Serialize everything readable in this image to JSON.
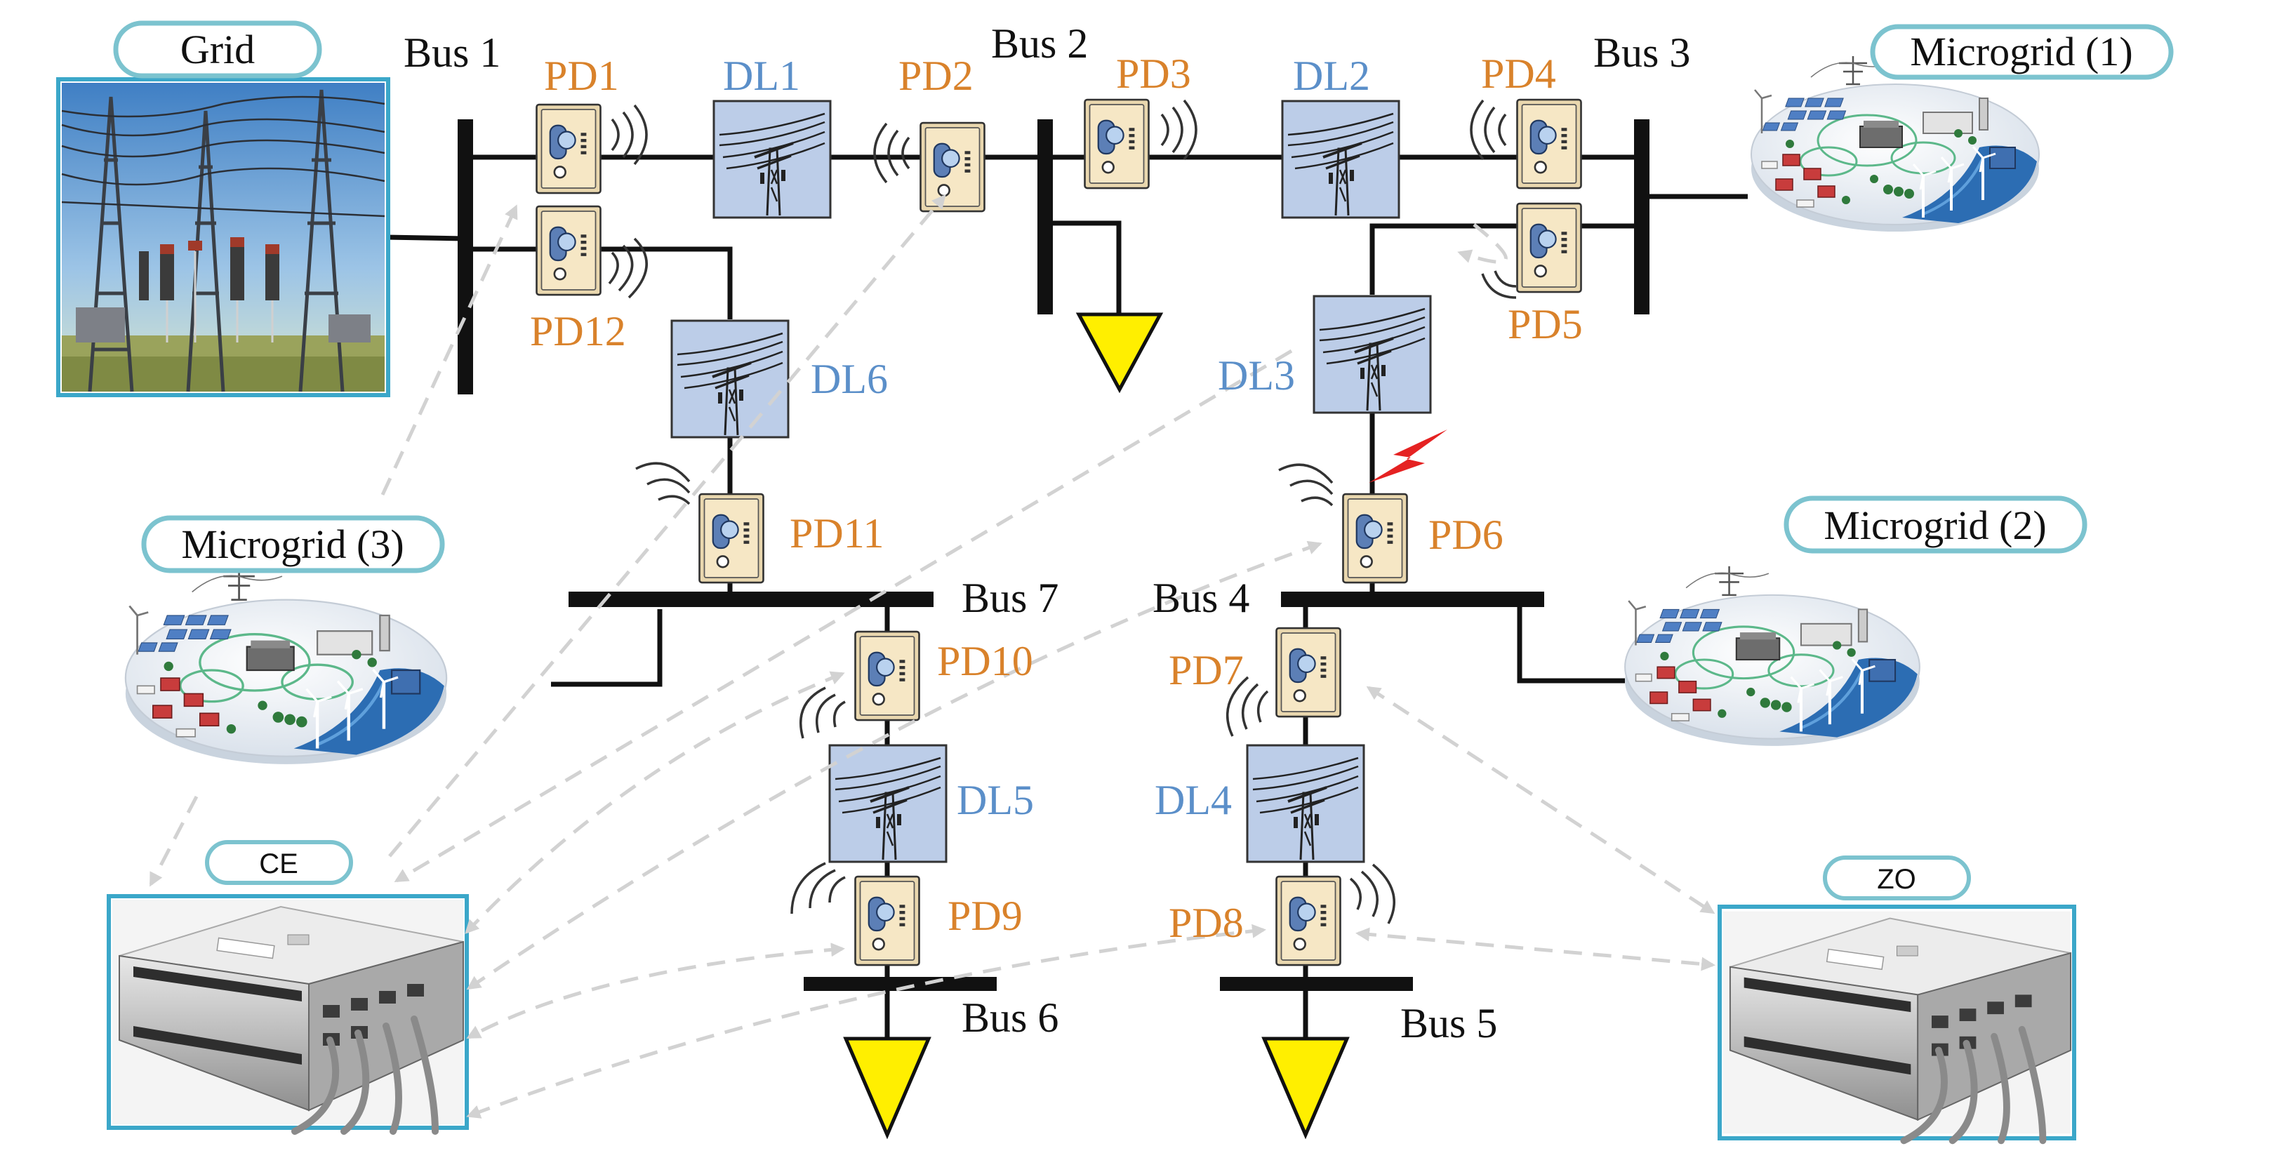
{
  "colors": {
    "pd_label": "#D9822B",
    "dl_label": "#5B8FC9",
    "pill_border": "#7CC3CF",
    "image_border": "#3BA7C9",
    "load": "#FFEF00",
    "fault": "#E52222",
    "dl_box": "#BCCDE8",
    "pd_box": "#F6E7C5"
  },
  "labels": {
    "grid": "Grid",
    "mg1": "Microgrid (1)",
    "mg2": "Microgrid (2)",
    "mg3": "Microgrid (3)",
    "ce": "CE",
    "zo": "ZO"
  },
  "buses": [
    {
      "id": "bus1",
      "label": "Bus 1"
    },
    {
      "id": "bus2",
      "label": "Bus 2"
    },
    {
      "id": "bus3",
      "label": "Bus 3"
    },
    {
      "id": "bus4",
      "label": "Bus 4"
    },
    {
      "id": "bus5",
      "label": "Bus 5"
    },
    {
      "id": "bus6",
      "label": "Bus 6"
    },
    {
      "id": "bus7",
      "label": "Bus 7"
    }
  ],
  "lines": [
    {
      "id": "dl1",
      "label": "DL1"
    },
    {
      "id": "dl2",
      "label": "DL2"
    },
    {
      "id": "dl3",
      "label": "DL3"
    },
    {
      "id": "dl4",
      "label": "DL4"
    },
    {
      "id": "dl5",
      "label": "DL5"
    },
    {
      "id": "dl6",
      "label": "DL6"
    }
  ],
  "devices": [
    {
      "id": "pd1",
      "label": "PD1"
    },
    {
      "id": "pd2",
      "label": "PD2"
    },
    {
      "id": "pd3",
      "label": "PD3"
    },
    {
      "id": "pd4",
      "label": "PD4"
    },
    {
      "id": "pd5",
      "label": "PD5"
    },
    {
      "id": "pd6",
      "label": "PD6"
    },
    {
      "id": "pd7",
      "label": "PD7"
    },
    {
      "id": "pd8",
      "label": "PD8"
    },
    {
      "id": "pd9",
      "label": "PD9"
    },
    {
      "id": "pd10",
      "label": "PD10"
    },
    {
      "id": "pd11",
      "label": "PD11"
    },
    {
      "id": "pd12",
      "label": "PD12"
    }
  ]
}
